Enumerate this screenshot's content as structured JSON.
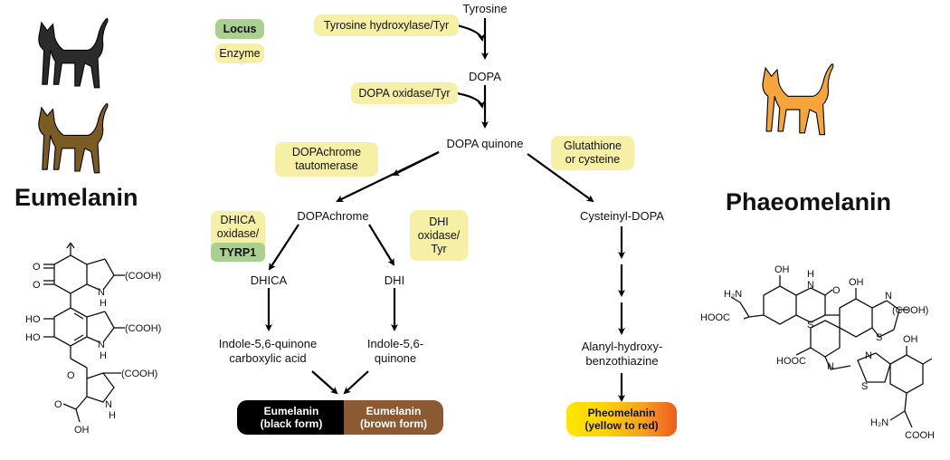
{
  "legend": {
    "locus": "Locus",
    "enzyme": "Enzyme"
  },
  "titles": {
    "eumelanin": "Eumelanin",
    "phaeomelanin": "Phaeomelanin"
  },
  "compounds": {
    "tyrosine": "Tyrosine",
    "dopa": "DOPA",
    "dopa_quinone": "DOPA quinone",
    "dopachrome": "DOPAchrome",
    "dhica": "DHICA",
    "dhi": "DHI",
    "indole_carboxylic": [
      "Indole-5,6-quinone",
      "carboxylic acid"
    ],
    "indole_quinone": [
      "Indole-5,6-",
      "quinone"
    ],
    "cysteinyl_dopa": "Cysteinyl-DOPA",
    "alanyl": [
      "Alanyl-hydroxy-",
      "benzothiazine"
    ]
  },
  "enzymes": {
    "tyr1": "Tyrosine hydroxylase/Tyr",
    "tyr2": "DOPA oxidase/Tyr",
    "tautomerase": [
      "DOPAchrome",
      "tautomerase"
    ],
    "glutathione": [
      "Glutathione",
      "or cysteine"
    ],
    "dhica_oxidase": [
      "DHICA",
      "oxidase/"
    ],
    "tyrp1": "TYRP1",
    "dhi_oxidase": [
      "DHI",
      "oxidase/",
      "Tyr"
    ]
  },
  "products": {
    "eu_black": [
      "Eumelanin",
      "(black form)"
    ],
    "eu_brown": [
      "Eumelanin",
      "(brown form)"
    ],
    "pheo": [
      "Pheomelanin",
      "(yellow to red)"
    ]
  },
  "colors": {
    "enzyme": "#f6efa6",
    "locus": "#a9d08e",
    "black_form": "#000000",
    "brown_form": "#8b5a32",
    "cat_black": "#2b2b2b",
    "cat_brown": "#7a5c23",
    "cat_orange": "#f5a53a"
  },
  "structure_labels": {
    "eu": {
      "o1": "O",
      "o2": "O",
      "nh1": [
        "N",
        "H"
      ],
      "cooh1": "(COOH)",
      "ho1": "HO",
      "ho2": "HO",
      "nh2": [
        "N",
        "H"
      ],
      "cooh2": "(COOH)",
      "o3": "O",
      "nh3": [
        "N",
        "H"
      ],
      "cooh3": "(COOH)",
      "o4": "O",
      "oh1": "OH"
    },
    "ph": {
      "oh1": "OH",
      "h1": "H",
      "n1": "N",
      "o1": "O",
      "oh2": "OH",
      "h2n1": "H₂N",
      "hooc1": "HOOC",
      "s1": "S",
      "n2": "N",
      "cooh1": "(COOH)",
      "s2": "S",
      "n3": "N",
      "hooc2": "HOOC",
      "n4": "N",
      "s3": "S",
      "oh3": "OH",
      "h2n2": "H₂N",
      "cooh2": "COOH"
    }
  }
}
